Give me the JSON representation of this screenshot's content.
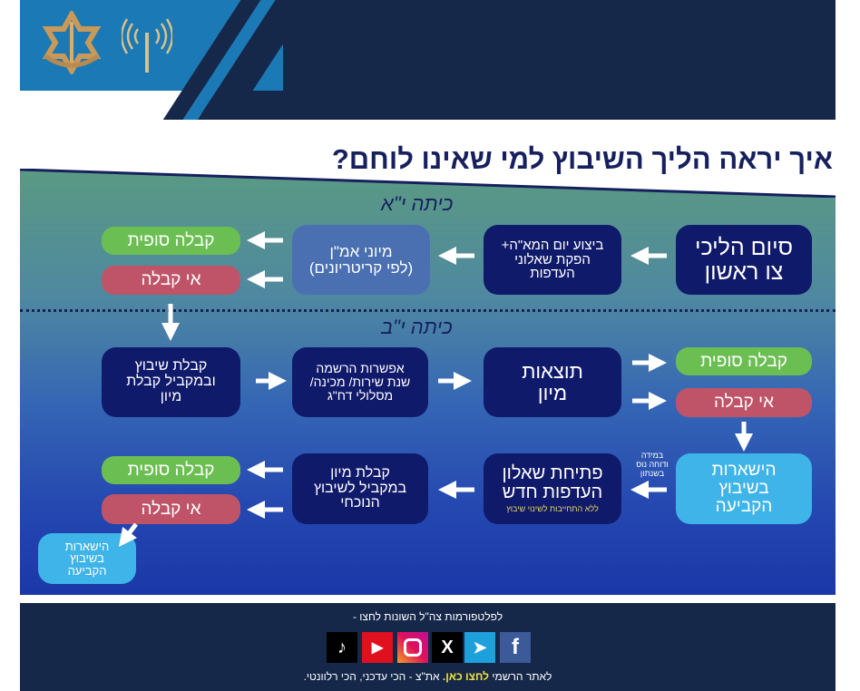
{
  "header": {
    "logos": [
      "idf-emblem",
      "idf-radio-emblem"
    ]
  },
  "title": "איך יראה הליך השיבוץ למי שאינו לוחם?",
  "sections": {
    "grade11": "כיתה י\"א",
    "grade12": "כיתה י\"ב"
  },
  "row1": {
    "start": [
      "סיום הליכי",
      "צו ראשון"
    ],
    "step2": [
      "ביצוע יום המא\"ה+",
      "הפקת שאלוני",
      "העדפות"
    ],
    "step3": [
      "מיוני אמ\"ן",
      "(לפי קריטריונים)"
    ],
    "accept": "קבלה סופית",
    "reject": "אי קבלה"
  },
  "row2": {
    "results": [
      "תוצאות",
      "מיון"
    ],
    "registration": [
      "אפשרות הרשמה",
      "שנת שירות/ מכינה/",
      "מסלולי דח\"ג"
    ],
    "placement": [
      "קבלת שיבוץ",
      "ובמקביל קבלת",
      "מיון"
    ],
    "accept": "קבלה סופית",
    "reject": "אי קבלה"
  },
  "row3": {
    "remain": [
      "הישארות",
      "בשיבוץ",
      "הקביעה"
    ],
    "note": [
      "במידה",
      "ודוחה נוס",
      "בשנתון"
    ],
    "questionnaire": [
      "פתיחת שאלון",
      "העדפות חדש"
    ],
    "questionnaire_sub": "ללא התחייבות לשינוי שיבוץ",
    "screening": [
      "קבלת מיון",
      "במקביל לשיבוץ",
      "הנוכחי"
    ],
    "accept": "קבלה סופית",
    "reject": "אי קבלה",
    "remain_final": [
      "הישארות",
      "בשיבוץ",
      "הקביעה"
    ]
  },
  "footer": {
    "platforms_text": "לפלטפורמות צה\"ל השונות לחצו -",
    "site_prefix": "לאתר הרשמי",
    "site_link": "לחצו כאן.",
    "site_suffix": "את\"צ - הכי עדכני, הכי רלוונטי.",
    "social": [
      "tiktok",
      "youtube",
      "instagram",
      "x",
      "telegram",
      "facebook"
    ]
  },
  "colors": {
    "navy": "#101a6a",
    "accept": "#6bbf52",
    "reject": "#bf5468",
    "sky": "#3fb4e8",
    "footer": "#16284a"
  }
}
